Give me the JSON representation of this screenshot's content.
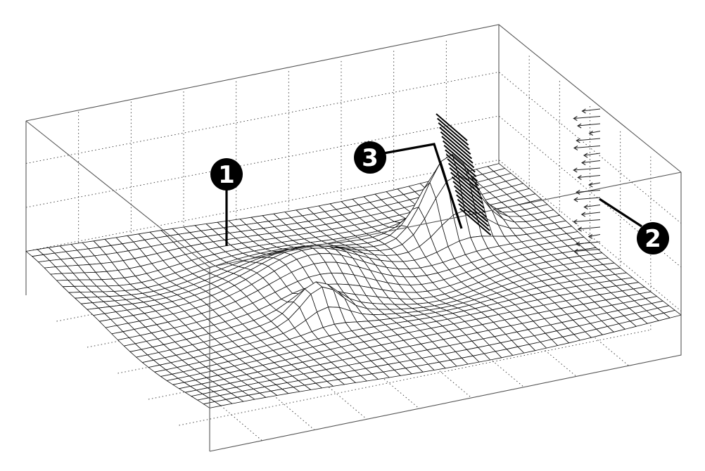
{
  "callouts": [
    {
      "number": "1",
      "target": "surface-mesh"
    },
    {
      "number": "2",
      "target": "vector-arrows"
    },
    {
      "number": "3",
      "target": "hatched-section"
    }
  ],
  "colors": {
    "ink": "#000000",
    "background": "#ffffff",
    "grid": "#333333"
  }
}
